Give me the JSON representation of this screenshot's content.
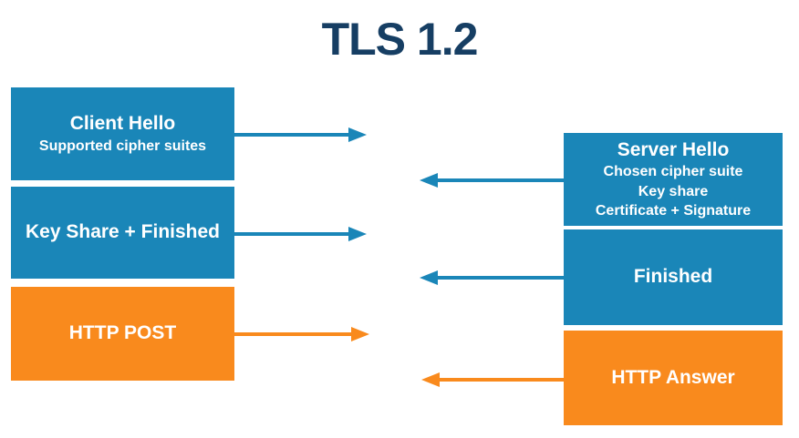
{
  "title": "TLS 1.2",
  "colors": {
    "box_blue": "#1a86b8",
    "box_orange": "#f98a1d",
    "title_navy": "#163e63",
    "text_white": "#ffffff"
  },
  "client_messages": [
    {
      "title": "Client Hello",
      "details": [
        "Supported cipher suites"
      ],
      "color": "blue",
      "direction": "right"
    },
    {
      "title": "Key Share + Finished",
      "details": [],
      "color": "blue",
      "direction": "right"
    },
    {
      "title": "HTTP POST",
      "details": [],
      "color": "orange",
      "direction": "right"
    }
  ],
  "server_messages": [
    {
      "title": "Server Hello",
      "details": [
        "Chosen cipher suite",
        "Key share",
        "Certificate + Signature"
      ],
      "color": "blue",
      "direction": "left"
    },
    {
      "title": "Finished",
      "details": [],
      "color": "blue",
      "direction": "left"
    },
    {
      "title": "HTTP Answer",
      "details": [],
      "color": "orange",
      "direction": "left"
    }
  ]
}
